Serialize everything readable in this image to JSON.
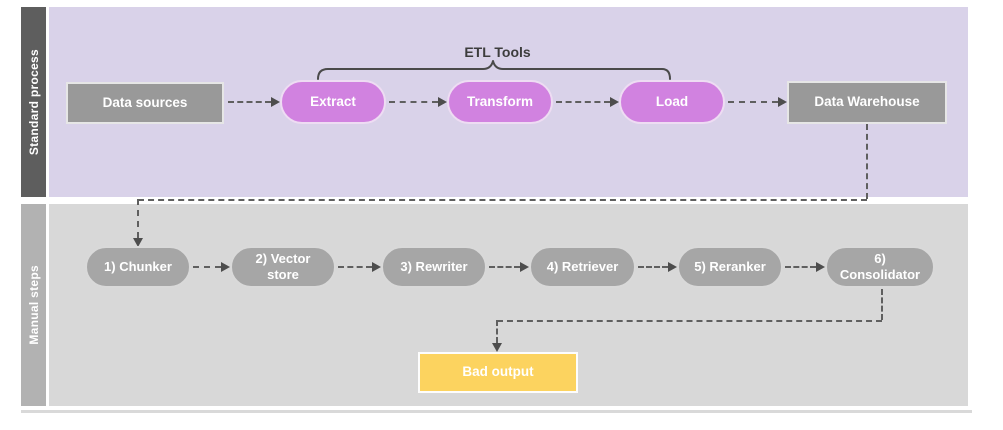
{
  "lanes": [
    {
      "label": "Standard process",
      "annotation": {
        "label": "ETL Tools",
        "covers": [
          "Extract",
          "Transform",
          "Load"
        ]
      },
      "nodes": [
        {
          "id": "data-sources",
          "label": "Data sources",
          "shape": "rect"
        },
        {
          "id": "extract",
          "label": "Extract",
          "shape": "pill"
        },
        {
          "id": "transform",
          "label": "Transform",
          "shape": "pill"
        },
        {
          "id": "load",
          "label": "Load",
          "shape": "pill"
        },
        {
          "id": "data-warehouse",
          "label": "Data Warehouse",
          "shape": "rect"
        }
      ]
    },
    {
      "label": "Manual steps",
      "nodes": [
        {
          "id": "chunker",
          "label": "1) Chunker",
          "shape": "pill"
        },
        {
          "id": "vector-store",
          "label": "2) Vector store",
          "shape": "pill"
        },
        {
          "id": "rewriter",
          "label": "3) Rewriter",
          "shape": "pill"
        },
        {
          "id": "retriever",
          "label": "4) Retriever",
          "shape": "pill"
        },
        {
          "id": "reranker",
          "label": "5) Reranker",
          "shape": "pill"
        },
        {
          "id": "consolidator",
          "label": "6) Consolidator",
          "shape": "pill"
        },
        {
          "id": "bad-output",
          "label": "Bad output",
          "shape": "rect"
        }
      ]
    }
  ],
  "edges": [
    {
      "from": "data-sources",
      "to": "extract",
      "style": "dashed-arrow"
    },
    {
      "from": "extract",
      "to": "transform",
      "style": "dashed-arrow"
    },
    {
      "from": "transform",
      "to": "load",
      "style": "dashed-arrow"
    },
    {
      "from": "load",
      "to": "data-warehouse",
      "style": "dashed-arrow"
    },
    {
      "from": "data-warehouse",
      "to": "chunker",
      "style": "dashed-arrow-elbow"
    },
    {
      "from": "chunker",
      "to": "vector-store",
      "style": "dashed-arrow"
    },
    {
      "from": "vector-store",
      "to": "rewriter",
      "style": "dashed-arrow"
    },
    {
      "from": "rewriter",
      "to": "retriever",
      "style": "dashed-arrow"
    },
    {
      "from": "retriever",
      "to": "reranker",
      "style": "dashed-arrow"
    },
    {
      "from": "reranker",
      "to": "consolidator",
      "style": "dashed-arrow"
    },
    {
      "from": "consolidator",
      "to": "bad-output",
      "style": "dashed-arrow-elbow"
    }
  ],
  "colors": {
    "lane1_bg": "#d9d2e9",
    "lane1_bar": "#5e5e5e",
    "lane2_bg": "#d8d8d8",
    "lane2_bar": "#b2b2b2",
    "etl_pill": "#d182e0",
    "gray_node": "#999999",
    "manual_pill": "#a6a6a6",
    "bad_output": "#fcd35f",
    "connector": "#5f5f5f"
  }
}
